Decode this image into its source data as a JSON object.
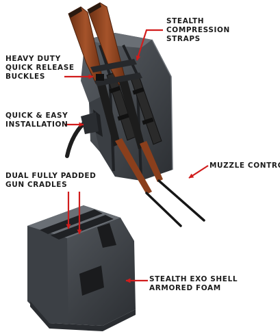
{
  "labels": {
    "stealth_compression_straps": [
      "STEALTH",
      "COMPRESSION",
      "STRAPS"
    ],
    "heavy_duty_buckles": [
      "HEAVY DUTY",
      "QUICK RELEASE",
      "BUCKLES"
    ],
    "quick_easy_installation": [
      "QUICK & EASY",
      "INSTALLATION"
    ],
    "muzzle_control": [
      "MUZZLE CONTROL"
    ],
    "dual_padded_cradles": [
      "DUAL FULLY PADDED",
      "GUN CRADLES"
    ],
    "exo_shell": [
      "STEALTH EXO SHELL",
      "ARMORED FOAM"
    ]
  },
  "colors": {
    "arrow": "#d11c1c",
    "text": "#1b1b1b",
    "shell_dark": "#2f3236",
    "shell_mid": "#45494e",
    "shell_light": "#5b6066",
    "wood": "#8a3f1c",
    "wood_dark": "#5e2a12",
    "barrel": "#161616"
  }
}
